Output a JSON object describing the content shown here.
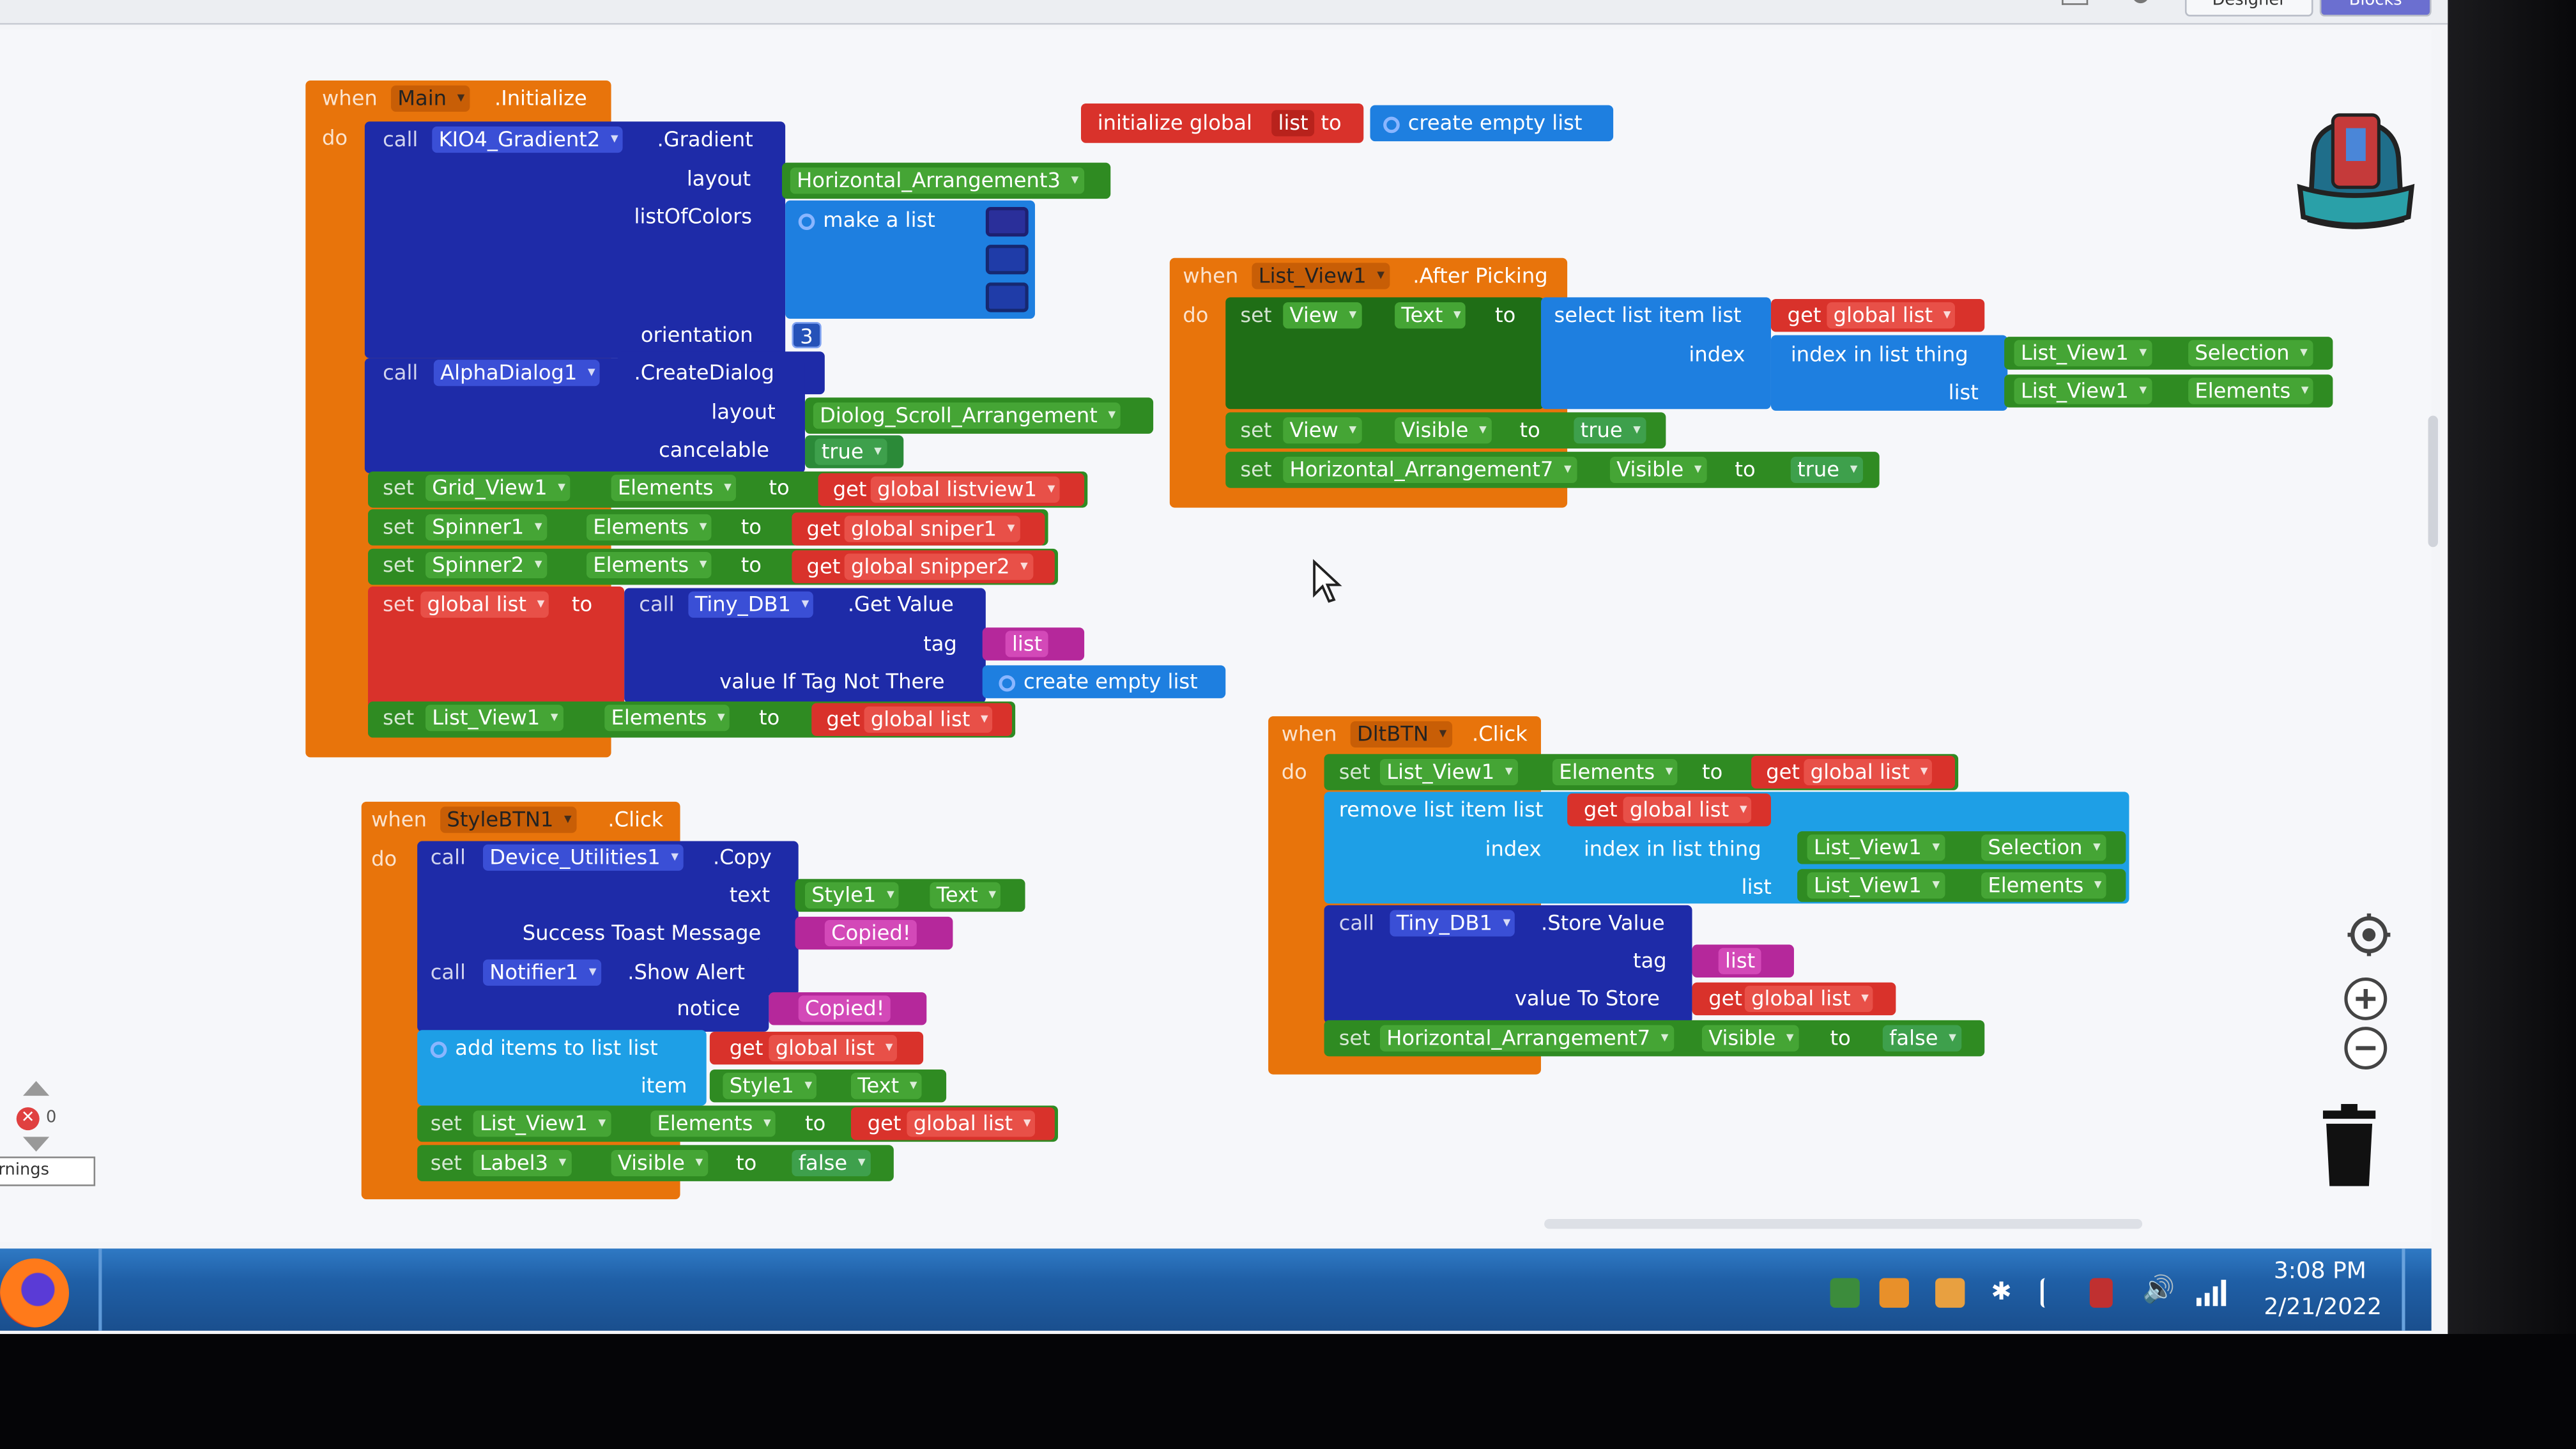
{
  "toolbar": {
    "designer": "Designer",
    "blocks": "Blocks"
  },
  "colors": {
    "event": "#e8740b",
    "component": "#3949c8",
    "setter": "#2f8b22",
    "getter": "#d9322b",
    "list": "#1e7fe0",
    "text": "#b5289b",
    "logic": "#2b8a38",
    "math": "#2552b8"
  },
  "main_init": {
    "when": "when",
    "component": "Main",
    "event": ".Initialize",
    "do": "do",
    "gradient": {
      "call": "call",
      "component": "KIO4_Gradient2",
      "method": ".Gradient",
      "layout_label": "layout",
      "layout_value": "Horizontal_Arrangement3",
      "colors_label": "listOfColors",
      "make_list": "make a list",
      "orientation_label": "orientation",
      "orientation_value": "3"
    },
    "alpha": {
      "call": "call",
      "component": "AlphaDialog1",
      "method": ".CreateDialog",
      "layout_label": "layout",
      "layout_value": "Diolog_Scroll_Arrangement",
      "cancelable_label": "cancelable",
      "cancelable_value": "true"
    },
    "set1": {
      "set": "set",
      "component": "Grid_View1",
      "prop": "Elements",
      "to": "to",
      "get": "get",
      "var": "global listview1"
    },
    "set2": {
      "set": "set",
      "component": "Spinner1",
      "prop": "Elements",
      "to": "to",
      "get": "get",
      "var": "global sniper1"
    },
    "set3": {
      "set": "set",
      "component": "Spinner2",
      "prop": "Elements",
      "to": "to",
      "get": "get",
      "var": "global snipper2"
    },
    "set4": {
      "set": "set",
      "var": "global list",
      "to": "to",
      "call": "call",
      "component": "Tiny_DB1",
      "method": ".Get Value",
      "tag_label": "tag",
      "tag_value": "list",
      "default_label": "value If Tag Not There",
      "default_value": "create empty list"
    },
    "set5": {
      "set": "set",
      "component": "List_View1",
      "prop": "Elements",
      "to": "to",
      "get": "get",
      "var": "global list"
    }
  },
  "global_init": {
    "label": "initialize global",
    "name": "list",
    "to": "to",
    "value": "create empty list"
  },
  "after_picking": {
    "when": "when",
    "component": "List_View1",
    "event": ".After Picking",
    "do": "do",
    "set_text": {
      "set": "set",
      "component": "View",
      "prop": "Text",
      "to": "to",
      "select": "select list item  list",
      "get": "get",
      "var": "global list",
      "index_label": "index",
      "index_in_list": "index in list  thing",
      "thing_comp": "List_View1",
      "thing_prop": "Selection",
      "list_label": "list",
      "list_comp": "List_View1",
      "list_prop": "Elements"
    },
    "set_visible": {
      "set": "set",
      "component": "View",
      "prop": "Visible",
      "to": "to",
      "value": "true"
    },
    "set_arr": {
      "set": "set",
      "component": "Horizontal_Arrangement7",
      "prop": "Visible",
      "to": "to",
      "value": "true"
    }
  },
  "dlt_click": {
    "when": "when",
    "component": "DltBTN",
    "event": ".Click",
    "do": "do",
    "set_elems": {
      "set": "set",
      "component": "List_View1",
      "prop": "Elements",
      "to": "to",
      "get": "get",
      "var": "global list"
    },
    "remove": {
      "label": "remove list item  list",
      "get": "get",
      "var": "global list",
      "index_label": "index",
      "index_in_list": "index in list  thing",
      "thing_comp": "List_View1",
      "thing_prop": "Selection",
      "list_label": "list",
      "list_comp": "List_View1",
      "list_prop": "Elements"
    },
    "store": {
      "call": "call",
      "component": "Tiny_DB1",
      "method": ".Store Value",
      "tag_label": "tag",
      "tag_value": "list",
      "value_label": "value To Store",
      "get": "get",
      "var": "global list"
    },
    "set_arr": {
      "set": "set",
      "component": "Horizontal_Arrangement7",
      "prop": "Visible",
      "to": "to",
      "value": "false"
    }
  },
  "style_click": {
    "when": "when",
    "component": "StyleBTN1",
    "event": ".Click",
    "do": "do",
    "copy": {
      "call": "call",
      "component": "Device_Utilities1",
      "method": ".Copy",
      "text_label": "text",
      "text_comp": "Style1",
      "text_prop": "Text",
      "toast_label": "Success Toast Message",
      "toast_value": "Copied!"
    },
    "alert": {
      "call": "call",
      "component": "Notifier1",
      "method": ".Show Alert",
      "notice_label": "notice",
      "notice_value": "Copied!"
    },
    "add": {
      "label": "add items to list  list",
      "get": "get",
      "var": "global list",
      "item_label": "item",
      "item_comp": "Style1",
      "item_prop": "Text"
    },
    "set_elems": {
      "set": "set",
      "component": "List_View1",
      "prop": "Elements",
      "to": "to",
      "get": "get",
      "var": "global list"
    },
    "set_label": {
      "set": "set",
      "component": "Label3",
      "prop": "Visible",
      "to": "to",
      "value": "false"
    }
  },
  "warnings": {
    "count": "0",
    "label": "rnings"
  },
  "taskbar": {
    "time": "3:08 PM",
    "date": "2/21/2022"
  },
  "icons": [
    "backpack-icon",
    "target-icon",
    "zoom-in-icon",
    "zoom-out-icon",
    "trash-icon",
    "firefox-icon",
    "cursor-icon",
    "bluetooth-icon",
    "volume-icon",
    "signal-icon"
  ]
}
